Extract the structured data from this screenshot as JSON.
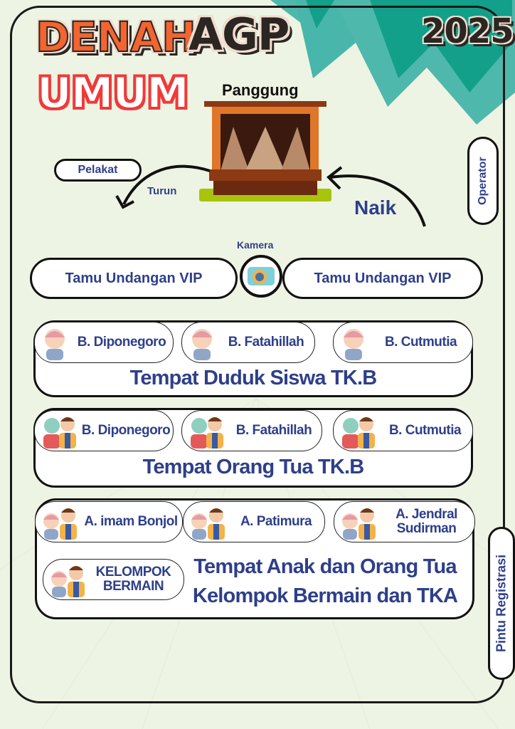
{
  "header": {
    "title_part1": "DENAH",
    "title_part2": "AGP",
    "subtitle": "UMUM",
    "year": "2025"
  },
  "stage": {
    "label": "Panggung",
    "exit_label": "Turun",
    "enter_label": "Naik"
  },
  "pelakat": "Pelakat",
  "operator": "Operator",
  "camera": "Kamera",
  "vip": [
    "Tamu Undangan VIP",
    "Tamu Undangan VIP"
  ],
  "sections": [
    {
      "title": "Tempat Duduk Siswa TK.B",
      "groups": [
        "B. Diponegoro",
        "B. Fatahillah",
        "B. Cutmutia"
      ]
    },
    {
      "title": "Tempat Orang Tua TK.B",
      "groups": [
        "B. Diponegoro",
        "B. Fatahillah",
        "B. Cutmutia"
      ]
    },
    {
      "title_line1": "Tempat Anak dan Orang Tua",
      "title_line2": "Kelompok Bermain dan TKA",
      "groups": [
        "A. imam Bonjol",
        "A. Patimura",
        "A. Jendral Sudirman",
        "KELOMPOK BERMAIN"
      ]
    }
  ],
  "registration": "Pintu Registrasi",
  "colors": {
    "background": "#eef4e3",
    "text": "#2e3f8a",
    "teal": "#12a08a",
    "orange": "#f26430",
    "red": "#f03a3a"
  }
}
